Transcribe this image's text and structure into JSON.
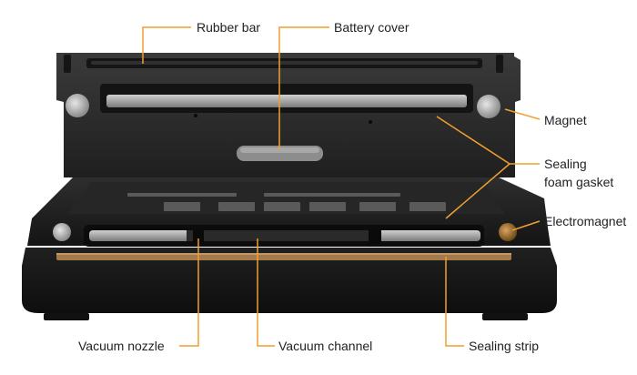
{
  "diagram": {
    "labels": {
      "rubber_bar": "Rubber bar",
      "battery_cover": "Battery cover",
      "magnet": "Magnet",
      "sealing_foam_gasket_line1": "Sealing",
      "sealing_foam_gasket_line2": "foam gasket",
      "electromagnet": "Electromagnet",
      "vacuum_nozzle": "Vacuum nozzle",
      "vacuum_channel": "Vacuum channel",
      "sealing_strip": "Sealing strip"
    },
    "colors": {
      "leader_line": "#f0a030",
      "device_body": "#2b2b2b",
      "device_dark": "#1a1a1a",
      "gasket": "#9a9a9a",
      "sealing_strip": "#a47a4a",
      "magnet": "#b8b8b8",
      "electromagnet": "#b07a30",
      "label_text": "#222222"
    }
  }
}
